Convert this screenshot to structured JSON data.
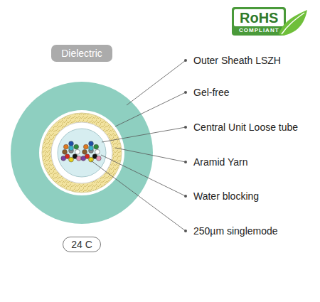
{
  "diagram": {
    "nodes": [
      {
        "text": [
          "Dielectric"
        ]
      },
      {
        "text": [
          "24 C"
        ]
      }
    ],
    "labels": [
      "RoHS",
      "COMPLIANT",
      "Outer Sheath LSZH",
      "Gel-free",
      "Central Unit Loose tube",
      "Aramid Yarn",
      "Water blocking",
      "250µm singlemode"
    ]
  }
}
